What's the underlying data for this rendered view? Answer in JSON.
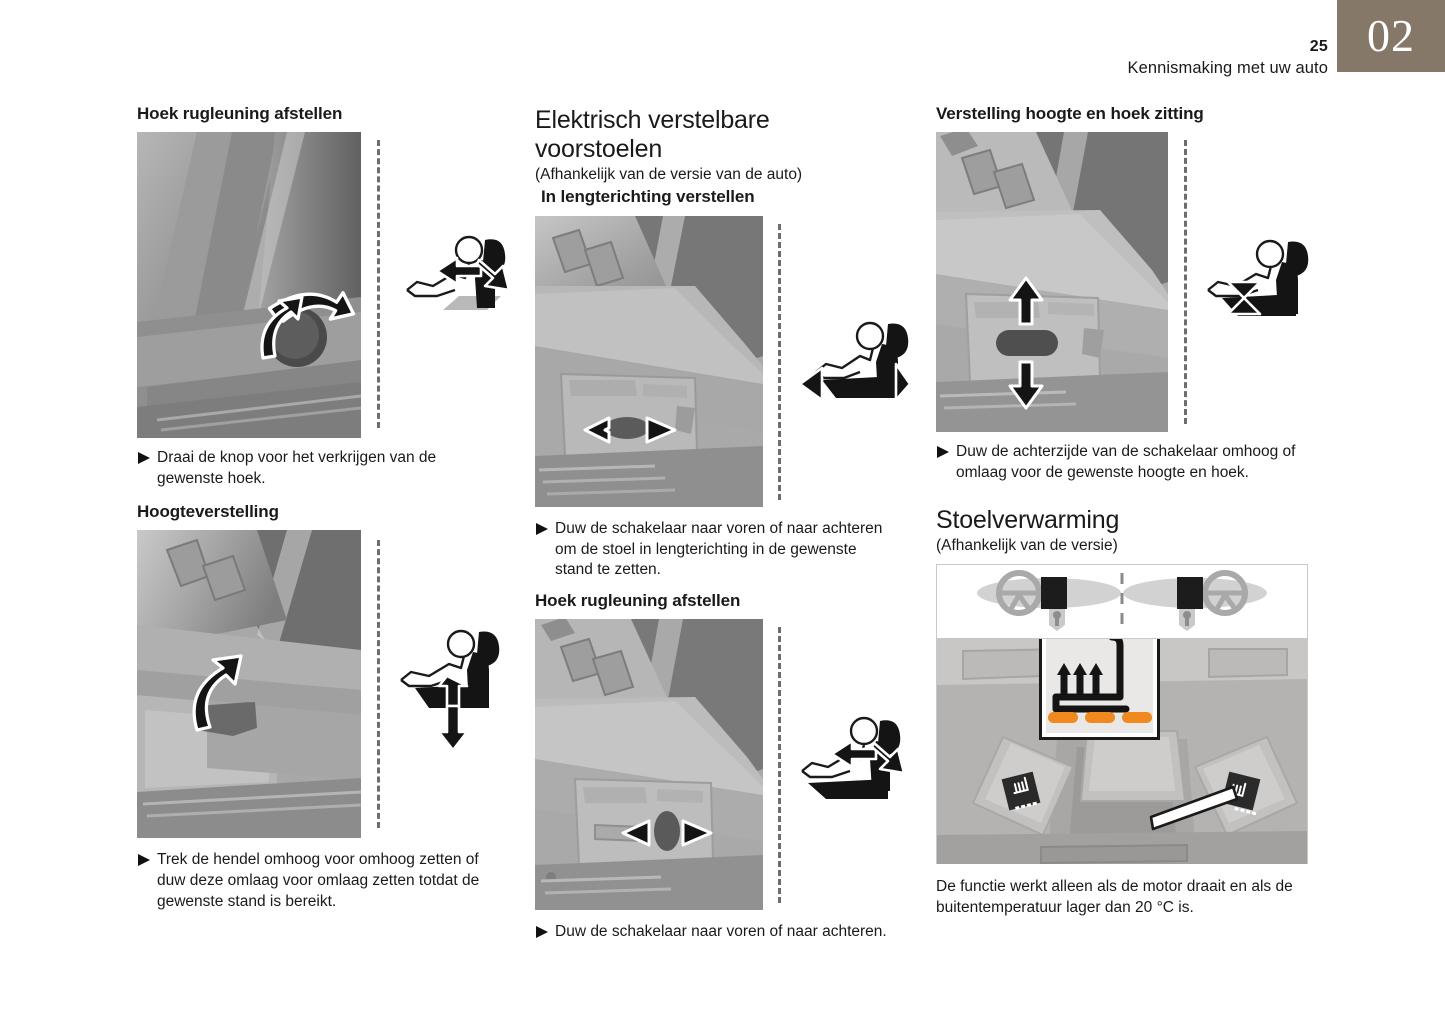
{
  "header": {
    "page_number": "25",
    "subtitle": "Kennismaking met uw auto",
    "chapter_tab": "02",
    "tab_color": "#857868"
  },
  "left_column": {
    "heading_1": "Hoek rugleuning afstellen",
    "figure_1_name": "backrest-angle-knob-illustration",
    "bullet_1": "Draai de knop voor het verkrijgen van de gewenste hoek.",
    "heading_2": "Hoogteverstelling",
    "figure_2_name": "seat-height-lever-illustration",
    "bullet_2": "Trek de hendel omhoog voor omhoog zetten of duw deze omlaag voor omlaag zetten totdat de gewenste stand is bereikt."
  },
  "middle_column": {
    "title": "Elektrisch verstelbare voorstoelen",
    "note": "(Afhankelijk van de versie van de auto)",
    "heading_1": "In lengterichting verstellen",
    "figure_1_name": "seat-longitudinal-switch-illustration",
    "bullet_1": "Duw de schakelaar naar voren of naar achteren om de stoel in lengterichting in de gewenste stand te zetten.",
    "heading_2": "Hoek rugleuning afstellen",
    "figure_2_name": "electric-backrest-angle-switch-illustration",
    "bullet_2": "Duw de schakelaar naar voren of naar achteren."
  },
  "right_column": {
    "heading_1": "Verstelling hoogte en hoek zitting",
    "figure_1_name": "seat-height-and-tilt-switch-illustration",
    "bullet_1": "Duw de achterzijde van de schakelaar omhoog of omlaag voor de gewenste hoogte en hoek.",
    "title_2": "Stoelverwarming",
    "note_2": "(Afhankelijk van de versie)",
    "figure_2_name": "seat-heating-controls-illustration",
    "paragraph": "De functie werkt alleen als de motor draait en als de buitentemperatuur lager dan 20 °C is.",
    "accent_color": "#f08a1e"
  }
}
